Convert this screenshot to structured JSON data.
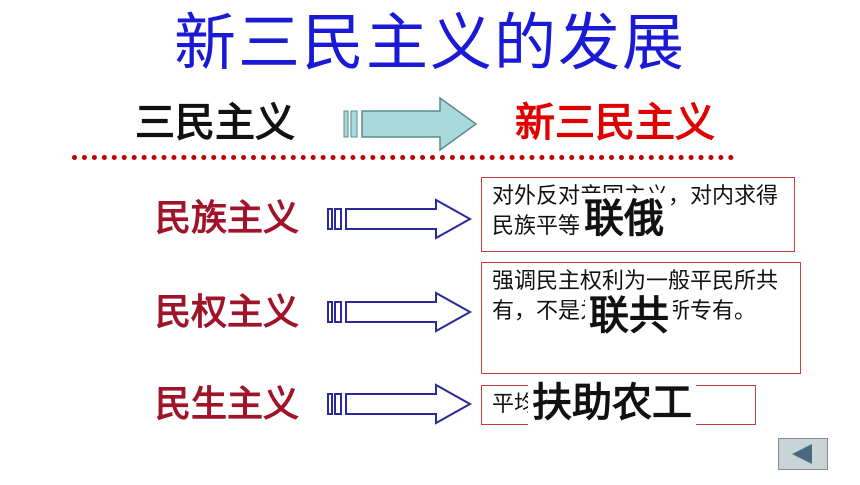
{
  "slide": {
    "title": "新三民主义的发展",
    "left_heading": "三民主义",
    "right_heading": "新三民主义"
  },
  "rows": [
    {
      "label": "民族主义",
      "text": "对外反对帝国主义，对内求得民族平等",
      "overlay": "联俄"
    },
    {
      "label": "民权主义",
      "text": "强调民主权利为一般平民所共有，不是为少数人所专有。",
      "overlay": "联共"
    },
    {
      "label": "民生主义",
      "text": "平均地权，节制资本",
      "overlay": "扶助农工"
    }
  ],
  "colors": {
    "title": "#1a1ad6",
    "highlight_red": "#e00000",
    "label_dark_red": "#a0142a",
    "arrow_big_fill": "#a8dadc",
    "arrow_small_stroke": "#2a2a9a"
  },
  "nav": {
    "icon": "back-triangle-icon"
  }
}
